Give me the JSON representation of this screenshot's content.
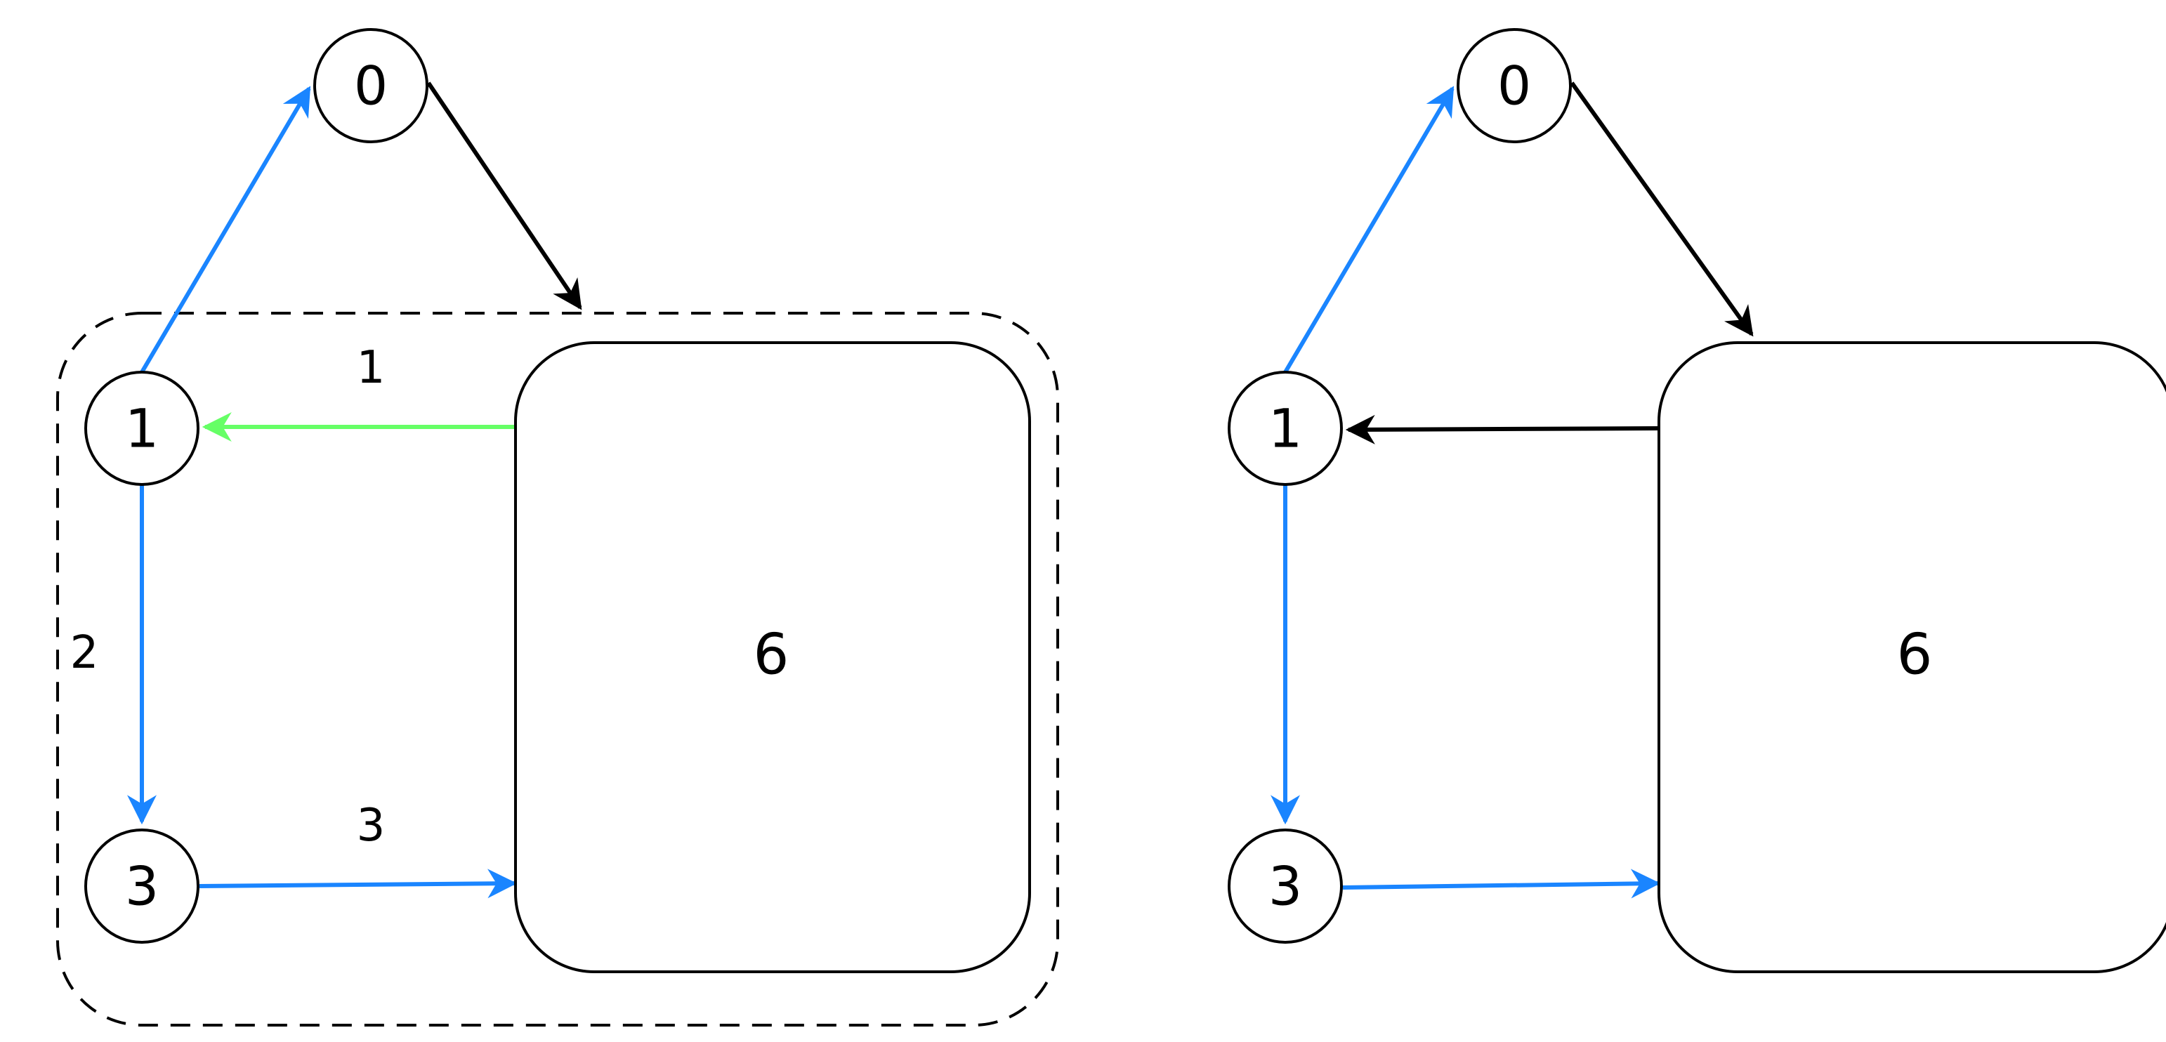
{
  "colors": {
    "blue": "#1a85ff",
    "green": "#66ff66",
    "black": "#000000"
  },
  "left_graph": {
    "node_0": "0",
    "node_1": "1",
    "node_3": "3",
    "node_6": "6",
    "edge_label_6_to_1": "1",
    "edge_label_1_to_3": "2",
    "edge_label_3_to_6": "3",
    "edges": [
      {
        "from": "1",
        "to": "0",
        "color": "blue"
      },
      {
        "from": "0",
        "to": "6",
        "color": "black"
      },
      {
        "from": "6",
        "to": "1",
        "color": "green"
      },
      {
        "from": "1",
        "to": "3",
        "color": "blue"
      },
      {
        "from": "3",
        "to": "6",
        "color": "blue"
      }
    ]
  },
  "right_graph": {
    "node_0": "0",
    "node_1": "1",
    "node_3": "3",
    "node_6": "6",
    "edges": [
      {
        "from": "1",
        "to": "0",
        "color": "blue"
      },
      {
        "from": "0",
        "to": "6",
        "color": "black"
      },
      {
        "from": "6",
        "to": "1",
        "color": "black"
      },
      {
        "from": "1",
        "to": "3",
        "color": "blue"
      },
      {
        "from": "3",
        "to": "6",
        "color": "blue"
      }
    ]
  }
}
